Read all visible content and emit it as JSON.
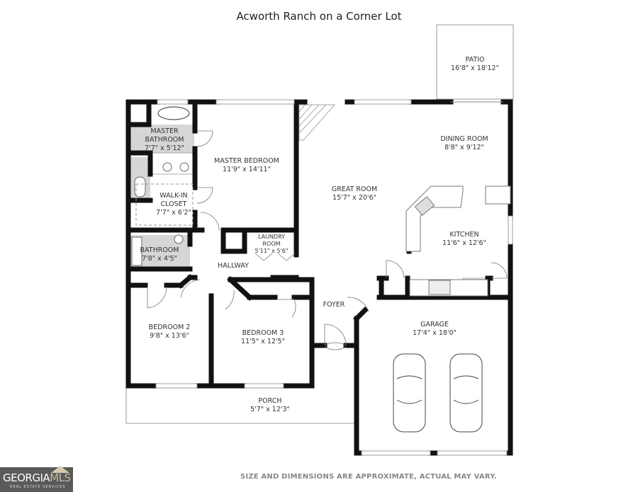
{
  "title": "Acworth Ranch on a Corner Lot",
  "rooms": [
    {
      "name": "PATIO",
      "dims": "16'8\" x 18'12\""
    },
    {
      "name": "MASTER BATHROOM",
      "line1": "MASTER",
      "line2": "BATHROOM",
      "dims": "7'7\" x 5'12\""
    },
    {
      "name": "MASTER BEDROOM",
      "dims": "11'9\" x 14'11\""
    },
    {
      "name": "WALK-IN CLOSET",
      "line1": "WALK-IN",
      "line2": "CLOSET",
      "dims": "7'7\" x 6'2\""
    },
    {
      "name": "DINING ROOM",
      "dims": "8'8\" x 9'12\""
    },
    {
      "name": "GREAT ROOM",
      "dims": "15'7\" x 20'6\""
    },
    {
      "name": "KITCHEN",
      "dims": "11'6\" x 12'6\""
    },
    {
      "name": "LAUNDRY ROOM",
      "line1": "LAUNDRY",
      "line2": "ROOM",
      "dims": "5'11\" x 5'6\""
    },
    {
      "name": "BATHROOM",
      "dims": "7'8\" x 4'5\""
    },
    {
      "name": "HALLWAY",
      "dims": ""
    },
    {
      "name": "FOYER",
      "dims": ""
    },
    {
      "name": "BEDROOM 2",
      "dims": "9'8\" x 13'6\""
    },
    {
      "name": "BEDROOM 3",
      "dims": "11'5\" x 12'5\""
    },
    {
      "name": "GARAGE",
      "dims": "17'4\" x 18'0\""
    },
    {
      "name": "PORCH",
      "dims": "5'7\" x 12'3\""
    }
  ],
  "disclaimer": "SIZE AND DIMENSIONS ARE APPROXIMATE, ACTUAL MAY VARY.",
  "logo": {
    "brand": "GEORGIA",
    "brand_accent": "MLS",
    "tagline": "REAL ESTATE SERVICES"
  },
  "colors": {
    "wall": "#111111",
    "wet_area": "#d6d6d6",
    "outline": "#999999",
    "logo_bg": "#5a5a5a",
    "logo_accent": "#c9b99a"
  }
}
